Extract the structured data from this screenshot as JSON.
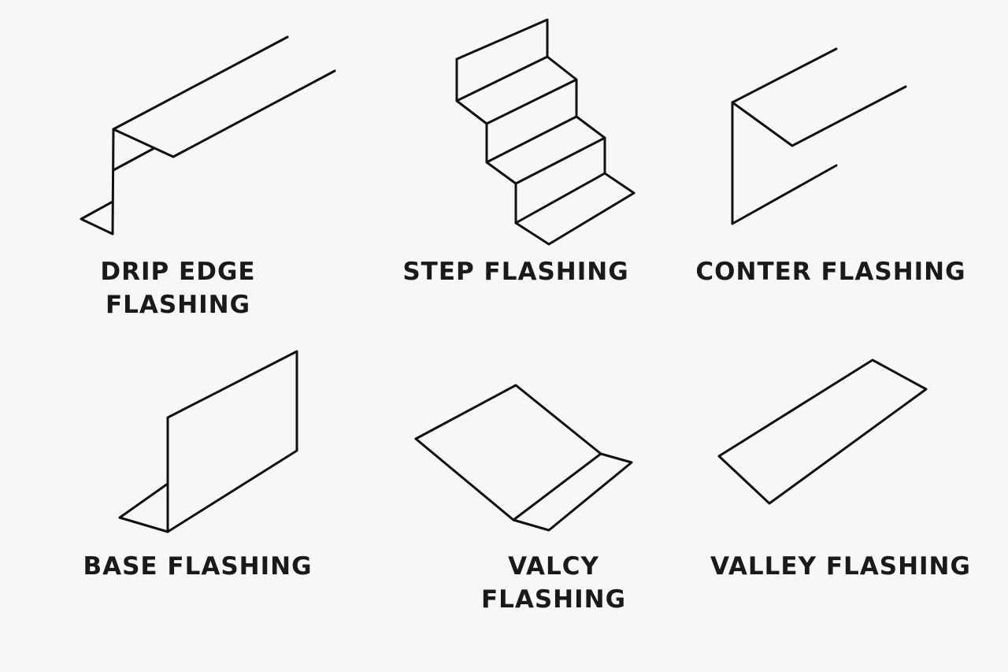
{
  "labels": {
    "drip_edge": [
      "DRIP EDGE",
      "FLASHING"
    ],
    "step": [
      "STEP FLASHING"
    ],
    "counter": [
      "CONTER FLASHING"
    ],
    "base": [
      "BASE FLASHING"
    ],
    "valley_middle": [
      "VALCY",
      "FLASHING"
    ],
    "valley_right": [
      "VALLEY FLASHING"
    ]
  },
  "colors": {
    "background": "#f7f7f7",
    "stroke": "#111111",
    "text": "#1a1a1a"
  }
}
